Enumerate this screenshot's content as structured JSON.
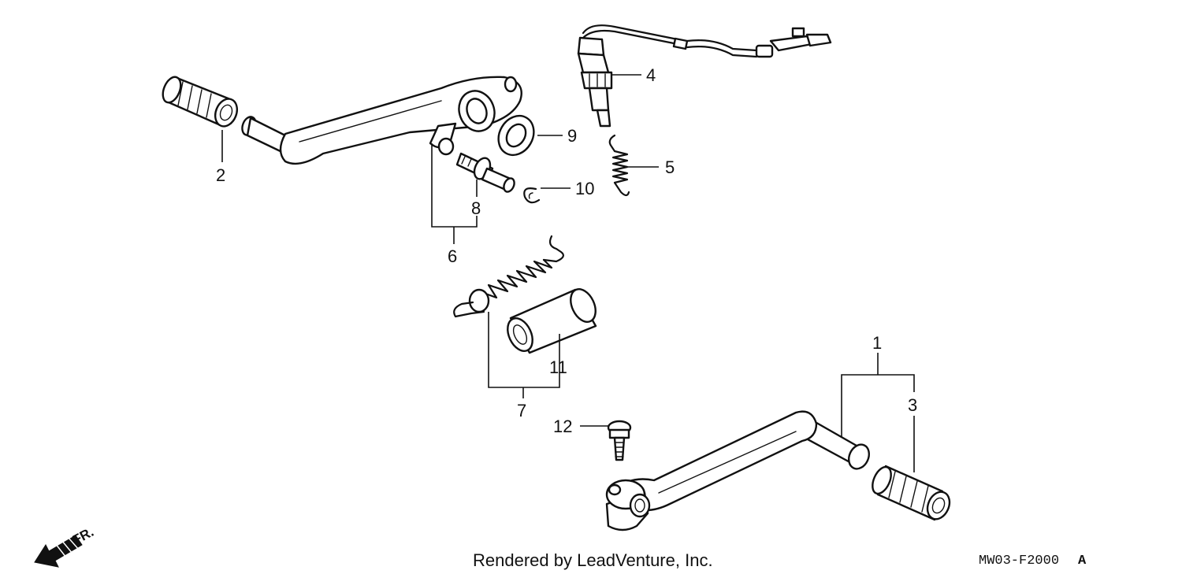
{
  "callouts": {
    "c1": "1",
    "c2": "2",
    "c3": "3",
    "c4": "4",
    "c5": "5",
    "c6": "6",
    "c7": "7",
    "c8": "8",
    "c9": "9",
    "c10": "10",
    "c11": "11",
    "c12": "12"
  },
  "footer": {
    "credit": "Rendered by LeadVenture, Inc.",
    "diagram_code": "MW03-F2000",
    "diagram_suffix": "A"
  },
  "direction": {
    "label": "FR."
  },
  "colors": {
    "ink": "#111111",
    "background": "#ffffff"
  },
  "icons": {
    "direction": "front-direction-arrow-icon"
  }
}
